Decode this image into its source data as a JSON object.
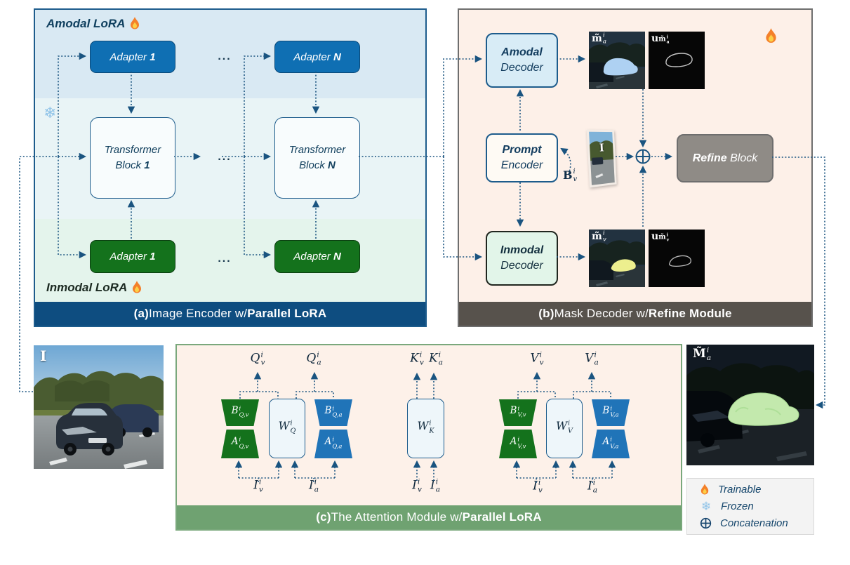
{
  "panel_a": {
    "amodal_title": "Amodal LoRA",
    "inmodal_title": "Inmodal LoRA",
    "adapter_prefix": "Adapter ",
    "adapter_first": "1",
    "adapter_last": "N",
    "block_line1": "Transformer",
    "block_prefix": "Block ",
    "block_first": "1",
    "block_last": "N",
    "dots": "...",
    "caption": {
      "prefix": "(a)",
      "text": " Image Encoder w/ ",
      "bold": "Parallel LoRA"
    }
  },
  "panel_b": {
    "caption": {
      "prefix": "(b)",
      "text": " Mask Decoder w/ ",
      "bold": "Refine Module"
    },
    "amodal_decoder": {
      "bold": "Amodal",
      "rest": "Decoder"
    },
    "prompt_encoder": {
      "bold": "Prompt",
      "rest": "Encoder"
    },
    "inmodal_decoder": {
      "bold": "Inmodal",
      "rest": "Decoder"
    },
    "refine_block": {
      "bold": "Refine",
      "rest": " Block"
    },
    "labels": {
      "mask_amodal": {
        "base": "m̃",
        "sup": "i",
        "sub": "a"
      },
      "unc_amodal": {
        "base": "u",
        "sub_base": "m̃",
        "sub_sup": "i",
        "sub_sub": "a"
      },
      "mask_inmodal": {
        "base": "m̃",
        "sup": "i",
        "sub": "v"
      },
      "unc_inmodal": {
        "base": "u",
        "sub_base": "m̃",
        "sub_sup": "i",
        "sub_sub": "v"
      },
      "prompt_box": {
        "base": "B",
        "sup": "i",
        "sub": "v"
      },
      "tilted_image": "I"
    }
  },
  "panel_c": {
    "caption": {
      "prefix": "(c)",
      "text": " The Attention Module w/ ",
      "bold": "Parallel LoRA"
    },
    "q": {
      "out_v": {
        "base": "Q",
        "sup": "i",
        "sub": "v"
      },
      "out_a": {
        "base": "Q",
        "sup": "i",
        "sub": "a"
      },
      "b_v": {
        "base": "B",
        "sup": "i",
        "sub": "Q,v"
      },
      "a_v": {
        "base": "A",
        "sup": "i",
        "sub": "Q,v"
      },
      "w": {
        "base": "W",
        "sup": "i",
        "sub": "Q"
      },
      "b_a": {
        "base": "B",
        "sup": "i",
        "sub": "Q,a"
      },
      "a_a": {
        "base": "A",
        "sup": "i",
        "sub": "Q,a"
      }
    },
    "k": {
      "out_v": {
        "base": "K",
        "sup": "i",
        "sub": "v"
      },
      "out_a": {
        "base": "K",
        "sup": "i",
        "sub": "a"
      },
      "w": {
        "base": "W",
        "sup": "i",
        "sub": "K"
      }
    },
    "v": {
      "out_v": {
        "base": "V",
        "sup": "i",
        "sub": "v"
      },
      "out_a": {
        "base": "V",
        "sup": "i",
        "sub": "a"
      },
      "b_v": {
        "base": "B",
        "sup": "i",
        "sub": "V,v"
      },
      "a_v": {
        "base": "A",
        "sup": "i",
        "sub": "V,v"
      },
      "w": {
        "base": "W",
        "sup": "i",
        "sub": "V"
      },
      "b_a": {
        "base": "B",
        "sup": "i",
        "sub": "V,a"
      },
      "a_a": {
        "base": "A",
        "sup": "i",
        "sub": "V,a"
      }
    },
    "in_v": {
      "base": "I",
      "sup": "i",
      "sub": "v"
    },
    "in_a": {
      "base": "I",
      "sup": "i",
      "sub": "a"
    }
  },
  "io": {
    "input_image_label": "I",
    "output_label": {
      "base": "M̃",
      "sup": "i",
      "sub": "a"
    }
  },
  "legend": {
    "trainable": "Trainable",
    "frozen": "Frozen",
    "concatenation": "Concatenation"
  },
  "colors": {
    "adapter_blue": "#0f6fb3",
    "adapter_green": "#14721c",
    "caption_a_bg": "#0e4d80",
    "caption_b_bg": "#57524c",
    "caption_c_bg": "#6fa271",
    "panel_b_bg": "#fdf0e8",
    "connector": "#1a5480",
    "amodal_mask": "#aed1f2",
    "inmodal_mask": "#edef8e",
    "output_mask": "#c3e9ad"
  }
}
